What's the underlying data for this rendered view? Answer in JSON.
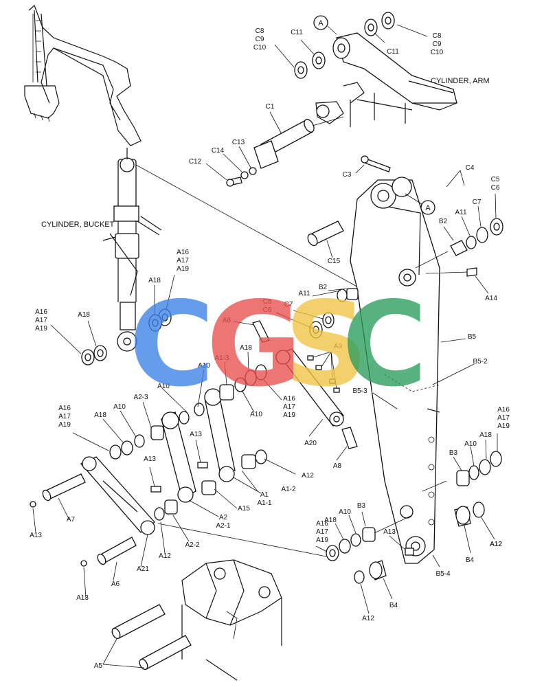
{
  "titles": {
    "cylinder_arm": "CYLINDER, ARM",
    "cylinder_bucket": "CYLINDER, BUCKET"
  },
  "watermark": {
    "letters": [
      "C",
      "G",
      "S",
      "C"
    ],
    "colors": [
      "#3b82e6",
      "#e8504e",
      "#f2c443",
      "#2a9d5c"
    ]
  },
  "callout_A": "A",
  "labels": [
    {
      "id": "c8c9c10_l",
      "lines": [
        "C8",
        "C9",
        "C10"
      ]
    },
    {
      "id": "c11_a",
      "lines": [
        "C11"
      ]
    },
    {
      "id": "c11_b",
      "lines": [
        "C11"
      ]
    },
    {
      "id": "c8c9c10_r",
      "lines": [
        "C8",
        "C9",
        "C10"
      ]
    },
    {
      "id": "c1",
      "lines": [
        "C1"
      ]
    },
    {
      "id": "c14",
      "lines": [
        "C14"
      ]
    },
    {
      "id": "c13",
      "lines": [
        "C13"
      ]
    },
    {
      "id": "c12",
      "lines": [
        "C12"
      ]
    },
    {
      "id": "c3",
      "lines": [
        "C3"
      ]
    },
    {
      "id": "c4",
      "lines": [
        "C4"
      ]
    },
    {
      "id": "c5c6_r",
      "lines": [
        "C5",
        "C6"
      ]
    },
    {
      "id": "c7_r",
      "lines": [
        "C7"
      ]
    },
    {
      "id": "a11_r",
      "lines": [
        "A11"
      ]
    },
    {
      "id": "b2_r",
      "lines": [
        "B2"
      ]
    },
    {
      "id": "c15",
      "lines": [
        "C15"
      ]
    },
    {
      "id": "a14",
      "lines": [
        "A14"
      ]
    },
    {
      "id": "a16a17a19_top",
      "lines": [
        "A16",
        "A17",
        "A19"
      ]
    },
    {
      "id": "a18_top",
      "lines": [
        "A18"
      ]
    },
    {
      "id": "a11_m",
      "lines": [
        "A11"
      ]
    },
    {
      "id": "b2_m",
      "lines": [
        "B2"
      ]
    },
    {
      "id": "c5c6_m",
      "lines": [
        "C5",
        "C6"
      ]
    },
    {
      "id": "c7_m",
      "lines": [
        "C7"
      ]
    },
    {
      "id": "a8_top",
      "lines": [
        "A8"
      ]
    },
    {
      "id": "a9",
      "lines": [
        "A9"
      ]
    },
    {
      "id": "b5",
      "lines": [
        "B5"
      ]
    },
    {
      "id": "b5_2",
      "lines": [
        "B5-2"
      ]
    },
    {
      "id": "b5_3",
      "lines": [
        "B5-3"
      ]
    },
    {
      "id": "a16a17a19_left",
      "lines": [
        "A16",
        "A17",
        "A19"
      ]
    },
    {
      "id": "a18_left",
      "lines": [
        "A18"
      ]
    },
    {
      "id": "a10_a",
      "lines": [
        "A10"
      ]
    },
    {
      "id": "a1_3",
      "lines": [
        "A1-3"
      ]
    },
    {
      "id": "a18_m",
      "lines": [
        "A18"
      ]
    },
    {
      "id": "a10_b",
      "lines": [
        "A10"
      ]
    },
    {
      "id": "a16a17a19_m",
      "lines": [
        "A16",
        "A17",
        "A19"
      ]
    },
    {
      "id": "a10_c",
      "lines": [
        "A10"
      ]
    },
    {
      "id": "a20",
      "lines": [
        "A20"
      ]
    },
    {
      "id": "a8_b",
      "lines": [
        "A8"
      ]
    },
    {
      "id": "a16a17a19_l2",
      "lines": [
        "A16",
        "A17",
        "A19"
      ]
    },
    {
      "id": "a18_l2",
      "lines": [
        "A18"
      ]
    },
    {
      "id": "a10_d",
      "lines": [
        "A10"
      ]
    },
    {
      "id": "a2_3",
      "lines": [
        "A2-3"
      ]
    },
    {
      "id": "a13_a",
      "lines": [
        "A13"
      ]
    },
    {
      "id": "a13_b",
      "lines": [
        "A13"
      ]
    },
    {
      "id": "a12_a",
      "lines": [
        "A12"
      ]
    },
    {
      "id": "a1",
      "lines": [
        "A1",
        "A1-1"
      ]
    },
    {
      "id": "a1_2",
      "lines": [
        "A1-2"
      ]
    },
    {
      "id": "a15",
      "lines": [
        "A15"
      ]
    },
    {
      "id": "a2",
      "lines": [
        "A2",
        "A2-1"
      ]
    },
    {
      "id": "a2_2",
      "lines": [
        "A2-2"
      ]
    },
    {
      "id": "a12_b",
      "lines": [
        "A12"
      ]
    },
    {
      "id": "a7",
      "lines": [
        "A7"
      ]
    },
    {
      "id": "a13_c",
      "lines": [
        "A13"
      ]
    },
    {
      "id": "a21",
      "lines": [
        "A21"
      ]
    },
    {
      "id": "a6",
      "lines": [
        "A6"
      ]
    },
    {
      "id": "a13_d",
      "lines": [
        "A13"
      ]
    },
    {
      "id": "a5",
      "lines": [
        "A5"
      ]
    },
    {
      "id": "a16a17a19_r",
      "lines": [
        "A16",
        "A17",
        "A19"
      ]
    },
    {
      "id": "a18_r",
      "lines": [
        "A18"
      ]
    },
    {
      "id": "a10_r",
      "lines": [
        "A10"
      ]
    },
    {
      "id": "b3_r",
      "lines": [
        "B3"
      ]
    },
    {
      "id": "a16a17a19_b",
      "lines": [
        "A16",
        "A17",
        "A19"
      ]
    },
    {
      "id": "a18_b",
      "lines": [
        "A18"
      ]
    },
    {
      "id": "a10_e",
      "lines": [
        "A10"
      ]
    },
    {
      "id": "b3_b",
      "lines": [
        "B3"
      ]
    },
    {
      "id": "a13_e",
      "lines": [
        "A13"
      ]
    },
    {
      "id": "a12_c",
      "lines": [
        "A12"
      ]
    },
    {
      "id": "b4_a",
      "lines": [
        "B4"
      ]
    },
    {
      "id": "a12_d",
      "lines": [
        "A12"
      ]
    },
    {
      "id": "b5_4",
      "lines": [
        "B5-4"
      ]
    },
    {
      "id": "b4_b",
      "lines": [
        "B4"
      ]
    },
    {
      "id": "a12_e",
      "lines": [
        "A12"
      ]
    }
  ]
}
